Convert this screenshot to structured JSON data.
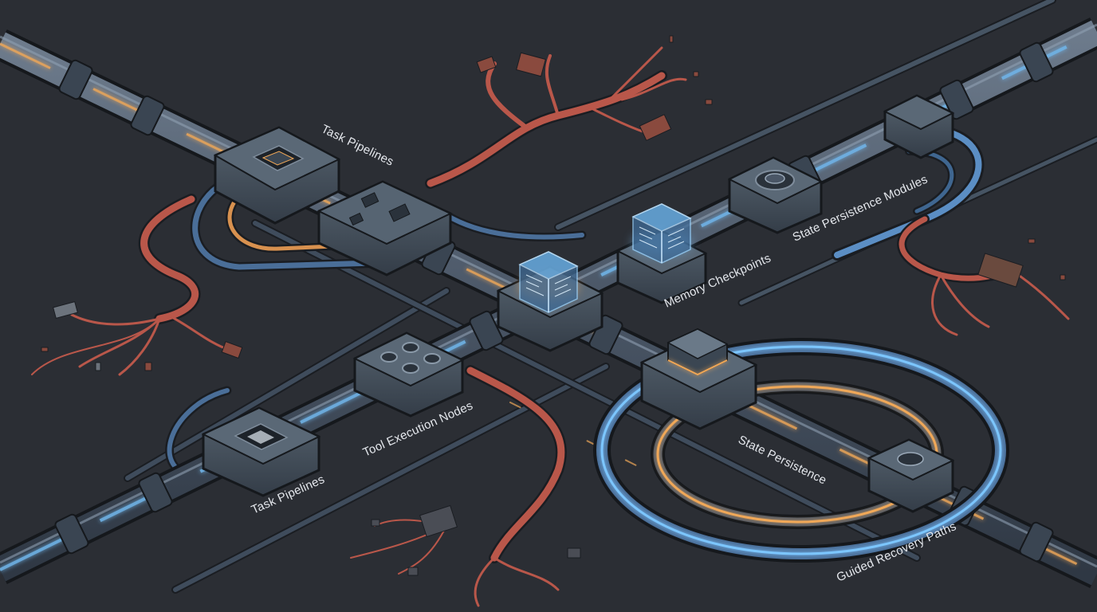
{
  "labels": {
    "task_pipelines_top": "Task Pipelines",
    "task_pipelines_bottom": "Task Pipelines",
    "tool_execution_nodes": "Tool Execution Nodes",
    "memory_checkpoints": "Memory Checkpoints",
    "state_persistence_modules": "State Persistence Modules",
    "state_persistence": "State Persistence",
    "guided_recovery_paths": "Guided Recovery Paths"
  },
  "colors": {
    "background": "#2b2e34",
    "pipe_metal": "#4a5666",
    "pipe_glow_blue": "#6fb4e8",
    "pipe_glow_orange": "#f0a858",
    "cable_blue": "#4a6e98",
    "cable_broken_red": "#b9574a",
    "checkpoint_cube": "#7cc6ff"
  },
  "icons": {
    "chip": "chip-icon",
    "hologram_cube": "hologram-cube-icon",
    "gear": "gear-icon"
  }
}
